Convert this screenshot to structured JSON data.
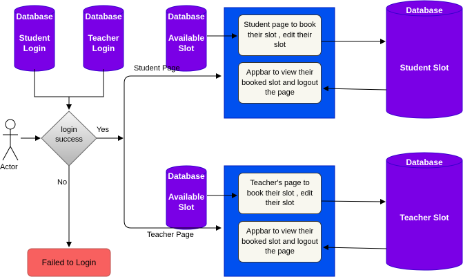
{
  "databases": {
    "student_login": {
      "title": "Database",
      "body": "Student Login"
    },
    "teacher_login": {
      "title": "Database",
      "body": "Teacher Login"
    },
    "available_slot_top": {
      "title": "Database",
      "body": "Available Slot"
    },
    "available_slot_bottom": {
      "title": "Database",
      "body": "Available Slot"
    },
    "student_slot": {
      "title": "Database",
      "body": "Student Slot"
    },
    "teacher_slot": {
      "title": "Database",
      "body": "Teacher Slot"
    }
  },
  "actor": {
    "label": "Actor"
  },
  "decision": {
    "label": "login success",
    "yes": "Yes",
    "no": "No"
  },
  "failed": {
    "label": "Failed to Login"
  },
  "routes": {
    "student_page": "Student Page",
    "teacher_page": "Teacher Page"
  },
  "student_panel": {
    "card1": "Student page to book their slot , edit their slot",
    "card2": "Appbar to view their booked  slot and logout the page"
  },
  "teacher_panel": {
    "card1": "Teacher's page to book their slot , edit their slot",
    "card2": "Appbar to view their booked  slot and logout the page"
  },
  "colors": {
    "database": "#7a00e6",
    "panel": "#0050ef",
    "decision": "#c7c7c7",
    "failed": "#f8605f"
  }
}
